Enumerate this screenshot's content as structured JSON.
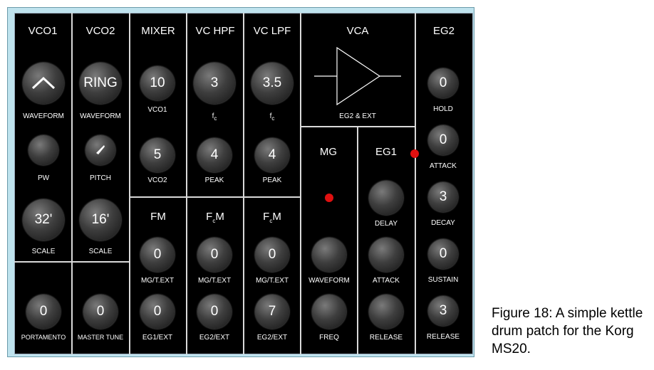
{
  "sections": {
    "vco1": "VCO1",
    "vco2": "VCO2",
    "mixer": "MIXER",
    "vc_hpf": "VC HPF",
    "vc_lpf": "VC LPF",
    "vca": "VCA",
    "eg2": "EG2",
    "mg": "MG",
    "eg1": "EG1",
    "fm": "FM",
    "fcm_prefix": "F",
    "fcm_sub": "c",
    "fcm_suffix": "M"
  },
  "vco1": {
    "waveform_icon": "triangle-wave-icon",
    "waveform_label": "WAVEFORM",
    "pw_label": "PW",
    "scale_value": "32'",
    "scale_label": "SCALE",
    "portamento_value": "0",
    "portamento_label": "PORTAMENTO"
  },
  "vco2": {
    "waveform_value": "RING",
    "waveform_label": "WAVEFORM",
    "pitch_label": "PITCH",
    "scale_value": "16'",
    "scale_label": "SCALE",
    "master_tune_value": "0",
    "master_tune_label": "MASTER TUNE"
  },
  "mixer": {
    "vco1_value": "10",
    "vco1_label": "VCO1",
    "vco2_value": "5",
    "vco2_label": "VCO2"
  },
  "hpf": {
    "fc_value": "3",
    "fc_label_main": "f",
    "fc_label_sub": "c",
    "peak_value": "4",
    "peak_label": "PEAK"
  },
  "lpf": {
    "fc_value": "3.5",
    "fc_label_main": "f",
    "fc_label_sub": "c",
    "peak_value": "4",
    "peak_label": "PEAK"
  },
  "vca": {
    "symbol_icon": "amplifier-triangle-icon",
    "label": "EG2 & EXT"
  },
  "fm": {
    "mg_value": "0",
    "mg_label": "MG/T.EXT",
    "eg_value": "0",
    "eg_label": "EG1/EXT"
  },
  "hpf_fcm": {
    "mg_value": "0",
    "mg_label": "MG/T.EXT",
    "eg_value": "0",
    "eg_label": "EG2/EXT"
  },
  "lpf_fcm": {
    "mg_value": "0",
    "mg_label": "MG/T.EXT",
    "eg_value": "7",
    "eg_label": "EG2/EXT"
  },
  "mg": {
    "waveform_label": "WAVEFORM",
    "freq_label": "FREQ"
  },
  "eg1": {
    "delay_label": "DELAY",
    "attack_label": "ATTACK",
    "release_label": "RELEASE"
  },
  "eg2": {
    "hold_value": "0",
    "hold_label": "HOLD",
    "attack_value": "0",
    "attack_label": "ATTACK",
    "decay_value": "3",
    "decay_label": "DECAY",
    "sustain_value": "0",
    "sustain_label": "SUSTAIN",
    "release_value": "3",
    "release_label": "RELEASE"
  },
  "indicator_color": "#e01010",
  "caption": {
    "line1": "Figure 18:  A simple kettle",
    "line2": "drum patch for the Korg",
    "line3": "MS20."
  }
}
